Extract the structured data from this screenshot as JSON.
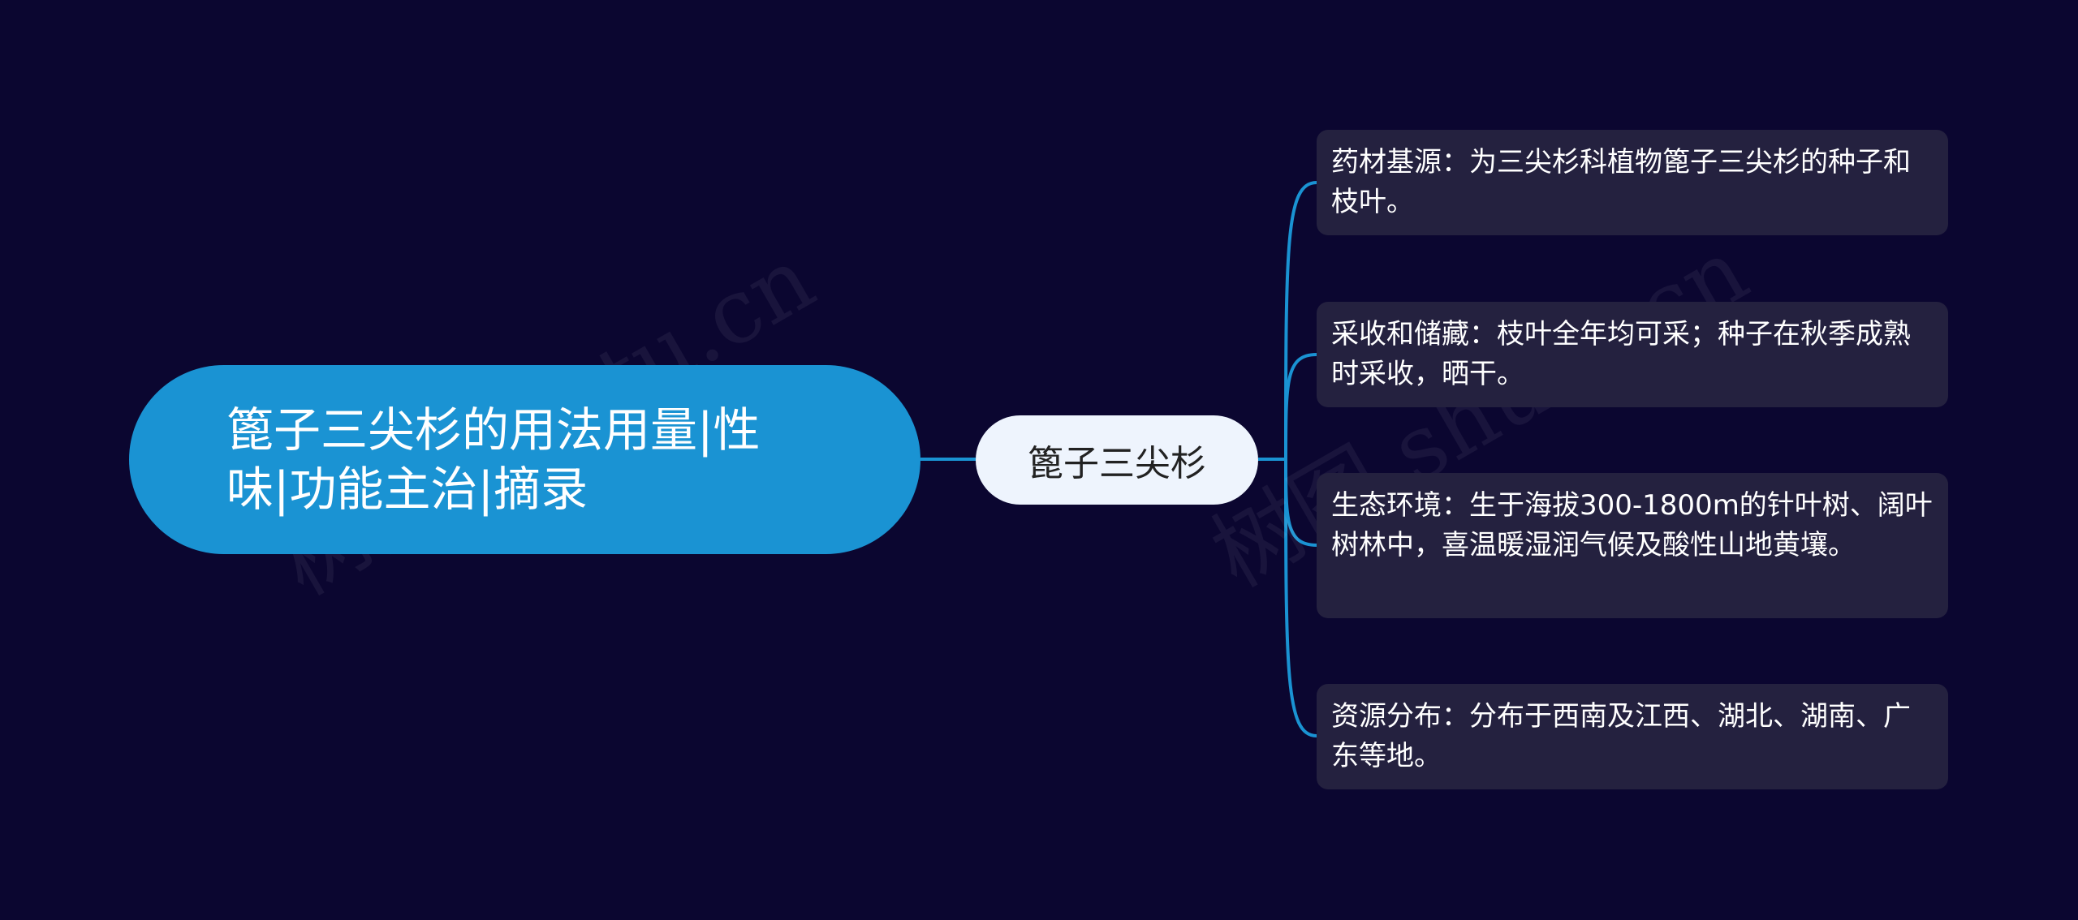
{
  "root": {
    "title": "篦子三尖杉的用法用量|性味|功能主治|摘录"
  },
  "center": {
    "label": "篦子三尖杉"
  },
  "branches": [
    {
      "text": "药材基源：为三尖杉科植物篦子三尖杉的种子和枝叶。"
    },
    {
      "text": "采收和储藏：枝叶全年均可采；种子在秋季成熟时采收，晒干。"
    },
    {
      "text": "生态环境：生于海拔300-1800m的针叶树、阔叶树林中，喜温暖湿润气候及酸性山地黄壤。"
    },
    {
      "text": "资源分布：分布于西南及江西、湖北、湖南、广东等地。"
    }
  ],
  "watermarks": [
    "树图 shutu.cn",
    "树图 shutu.cn"
  ],
  "colors": {
    "background": "#0b0630",
    "root_fill": "#1a93d3",
    "center_fill": "#eef4fd",
    "leaf_fill": "#24213f",
    "connector": "#1a93d3"
  }
}
